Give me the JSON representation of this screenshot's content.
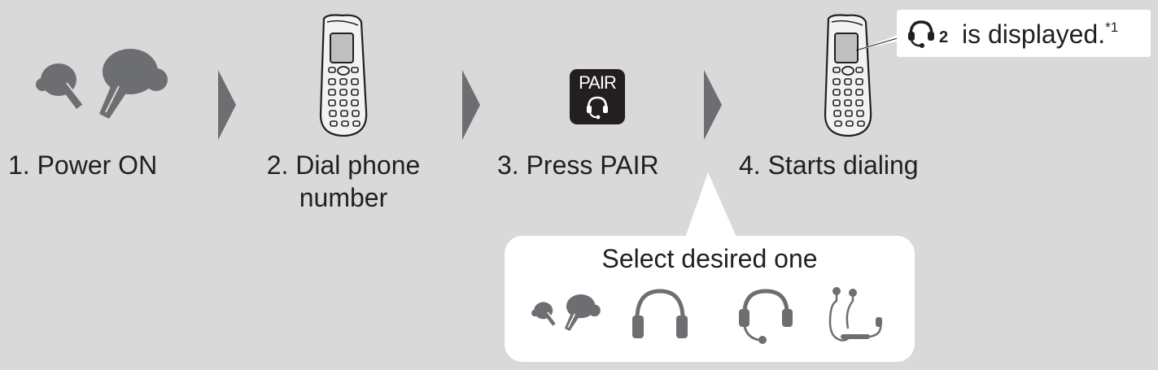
{
  "steps": [
    {
      "label": "1. Power ON",
      "icon": "earbuds-icon"
    },
    {
      "label_line1": "2. Dial phone",
      "label_line2": "number",
      "icon": "cordless-handset-icon"
    },
    {
      "label": "3. Press PAIR",
      "icon": "pair-button-icon"
    },
    {
      "label": "4. Starts dialing",
      "icon": "cordless-handset-icon"
    }
  ],
  "pair_button": {
    "text": "PAIR"
  },
  "callout": {
    "headset_number": "2",
    "text": " is displayed.",
    "footnote": "*1"
  },
  "select": {
    "title": "Select desired one",
    "options": [
      "earbuds-icon",
      "over-ear-headphones-icon",
      "headset-with-mic-icon",
      "neckband-earphones-icon"
    ]
  },
  "colors": {
    "background": "#d9d9d9",
    "icon": "#6d6e71",
    "arrow": "#6d6e71",
    "text": "#231f20",
    "bubble": "#ffffff"
  }
}
